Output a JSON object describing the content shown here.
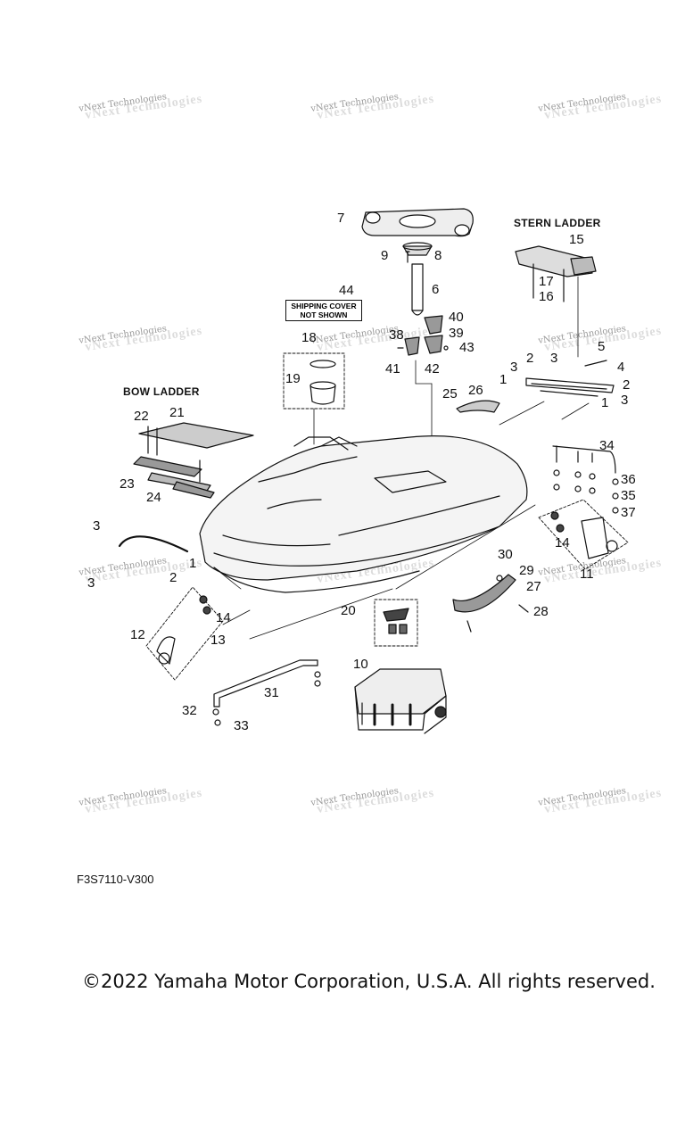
{
  "watermark_text": "vNext Technologies",
  "labels": {
    "stern_ladder": "STERN LADDER",
    "bow_ladder": "BOW LADDER",
    "shipping_cover_line1": "SHIPPING COVER",
    "shipping_cover_line2": "NOT SHOWN"
  },
  "part_numbers": [
    "1",
    "2",
    "3",
    "4",
    "5",
    "6",
    "7",
    "8",
    "9",
    "10",
    "11",
    "12",
    "13",
    "14",
    "15",
    "16",
    "17",
    "18",
    "19",
    "20",
    "21",
    "22",
    "23",
    "24",
    "25",
    "26",
    "27",
    "28",
    "29",
    "30",
    "31",
    "32",
    "33",
    "34",
    "35",
    "36",
    "37",
    "38",
    "39",
    "40",
    "41",
    "42",
    "43",
    "44"
  ],
  "diagram_code": "F3S7110-V300",
  "copyright": "©2022 Yamaha Motor Corporation, U.S.A. All rights reserved."
}
